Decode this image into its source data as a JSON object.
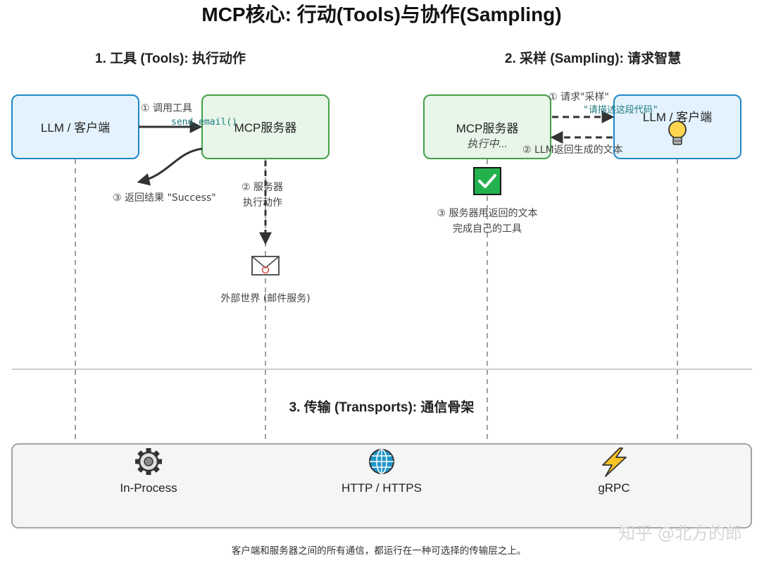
{
  "title": "MCP核心: 行动(Tools)与协作(Sampling)",
  "tools": {
    "heading": "1. 工具 (Tools): 执行动作",
    "client_label": "LLM / 客户端",
    "server_label": "MCP服务器",
    "step1_label": "① 调用工具",
    "step1_code": "send_email()",
    "step2_line1": "② 服务器",
    "step2_line2": "执行动作",
    "step3_label": "③ 返回结果 \"Success\"",
    "external_label": "外部世界 (邮件服务)",
    "external_icon": "envelope-icon"
  },
  "sampling": {
    "heading": "2. 采样 (Sampling): 请求智慧",
    "server_label": "MCP服务器",
    "server_status": "执行中...",
    "client_label": "LLM / 客户端",
    "step1_label": "① 请求\"采样\"",
    "step1_quote": "\"请描述这段代码\"",
    "step2_label": "② LLM返回生成的文本",
    "step3_line1": "③ 服务器用返回的文本",
    "step3_line2": "完成自己的工具",
    "check_icon": "check-icon",
    "bulb_icon": "lightbulb-icon"
  },
  "transports": {
    "heading": "3. 传输 (Transports): 通信骨架",
    "items": [
      {
        "label": "In-Process",
        "icon": "gear-icon"
      },
      {
        "label": "HTTP / HTTPS",
        "icon": "globe-icon"
      },
      {
        "label": "gRPC",
        "icon": "lightning-icon"
      }
    ]
  },
  "footer": "客户端和服务器之间的所有通信，都运行在一种可选择的传输层之上。",
  "watermark": "知乎 @北方的郎",
  "colors": {
    "blue_fill": "#e3f2fd",
    "blue_stroke": "#1e88c7",
    "green_fill": "#e8f5e9",
    "green_stroke": "#43a047",
    "check_green": "#22b14c",
    "bolt_yellow": "#f7c325",
    "globe_blue": "#2196c9"
  }
}
